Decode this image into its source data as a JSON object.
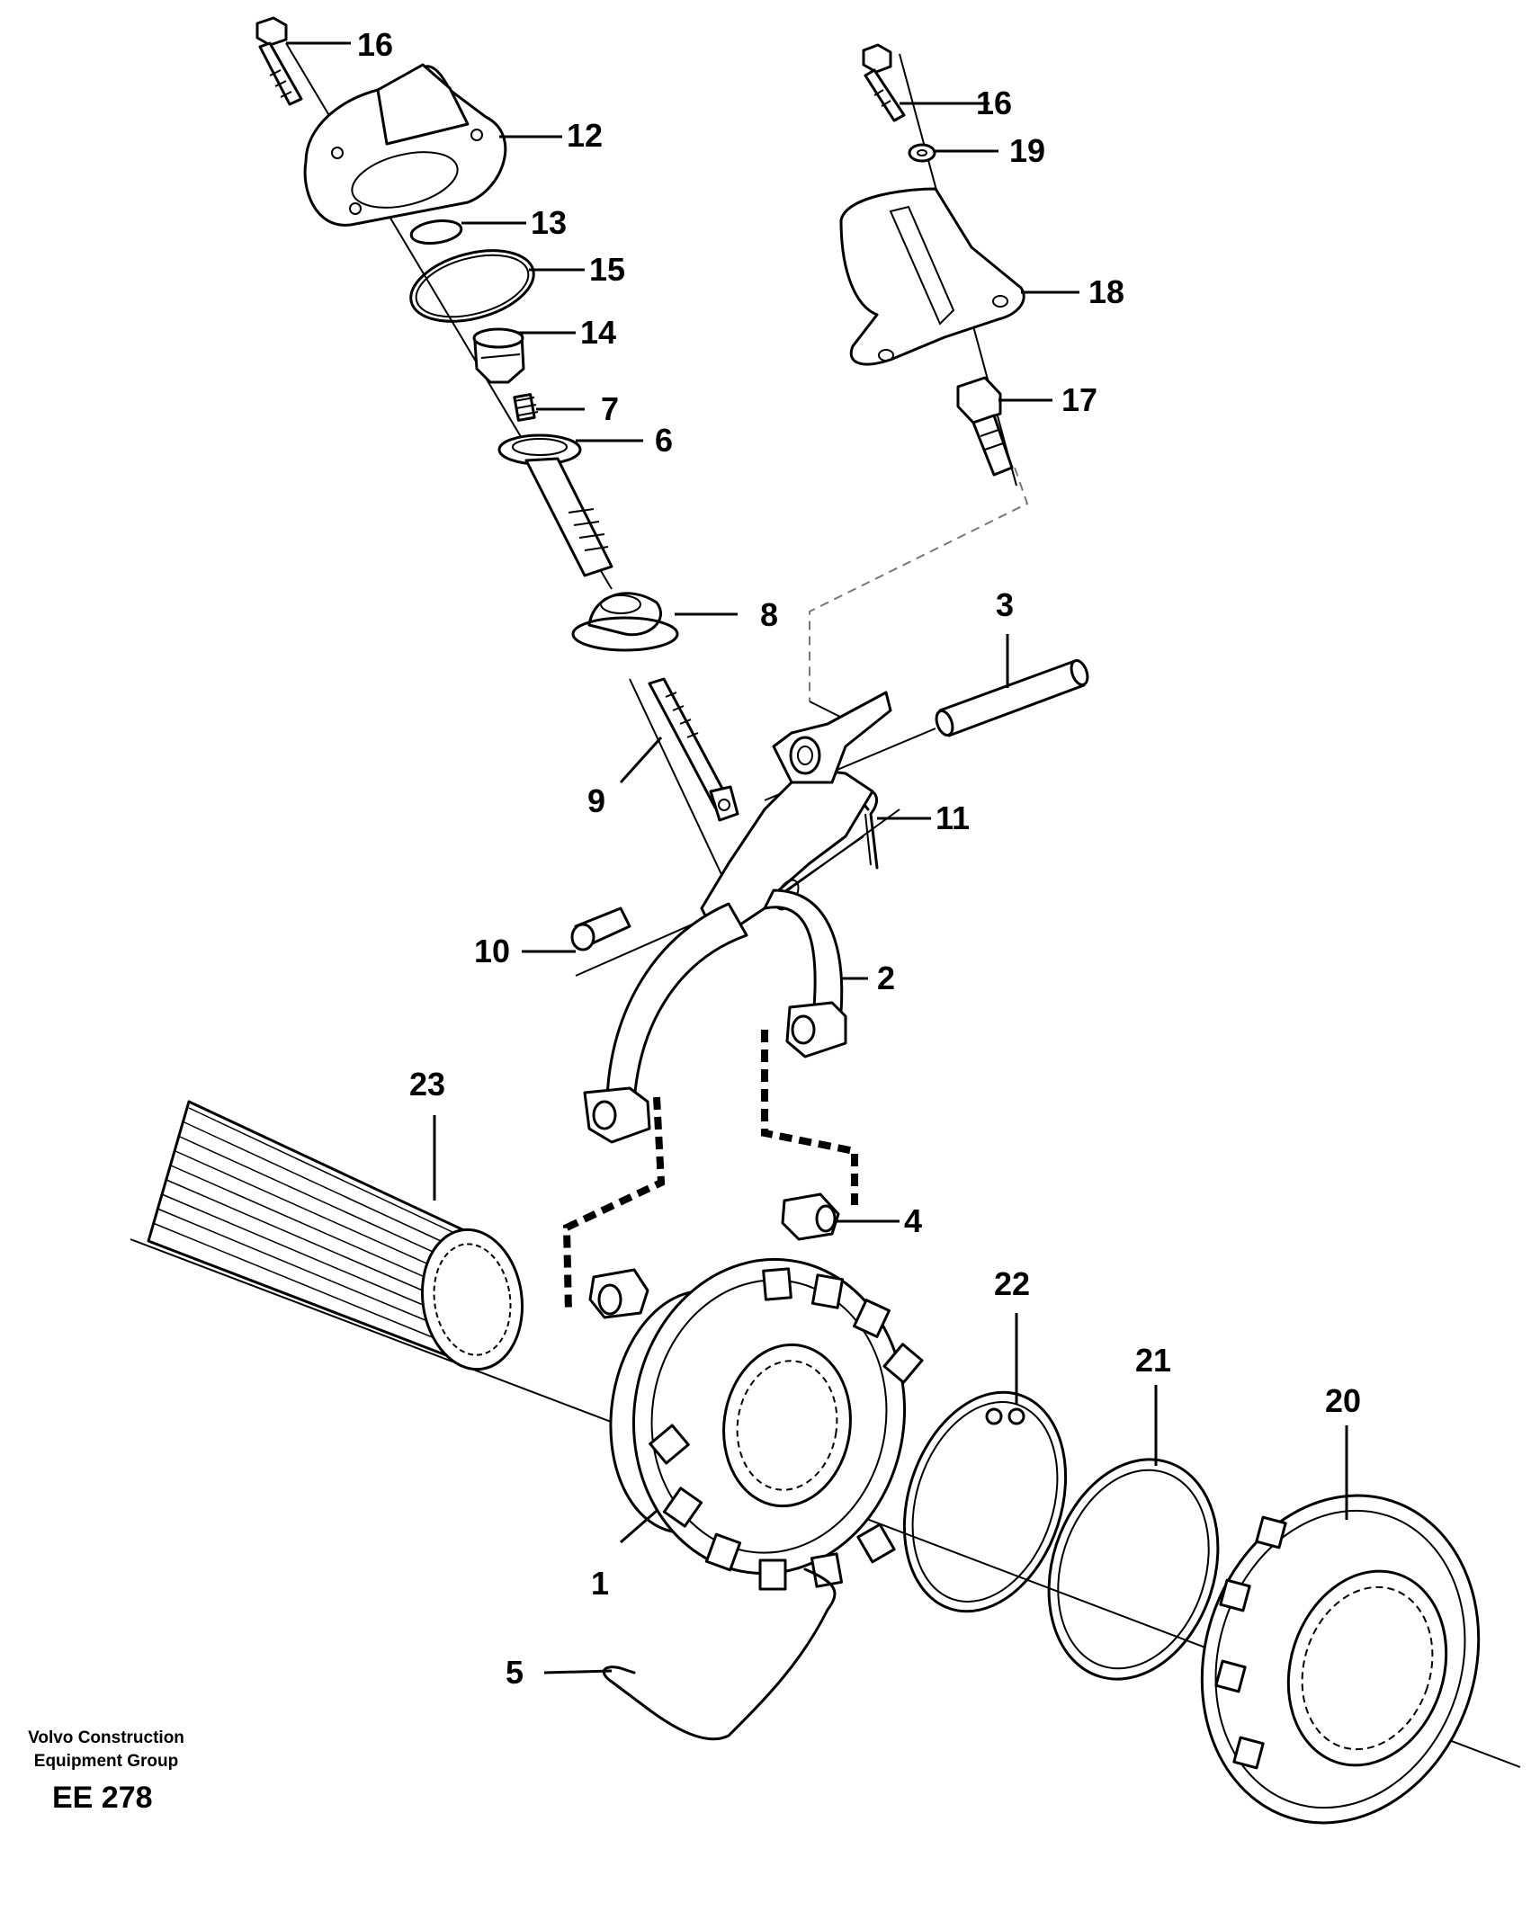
{
  "figure": {
    "publisher_line1": "Volvo Construction",
    "publisher_line2": "Equipment Group",
    "figure_code": "EE 278"
  },
  "callouts": [
    "16",
    "12",
    "13",
    "15",
    "14",
    "7",
    "6",
    "8",
    "9",
    "3",
    "11",
    "10",
    "2",
    "23",
    "4",
    "1",
    "22",
    "21",
    "20",
    "5",
    "16",
    "19",
    "18",
    "17"
  ]
}
